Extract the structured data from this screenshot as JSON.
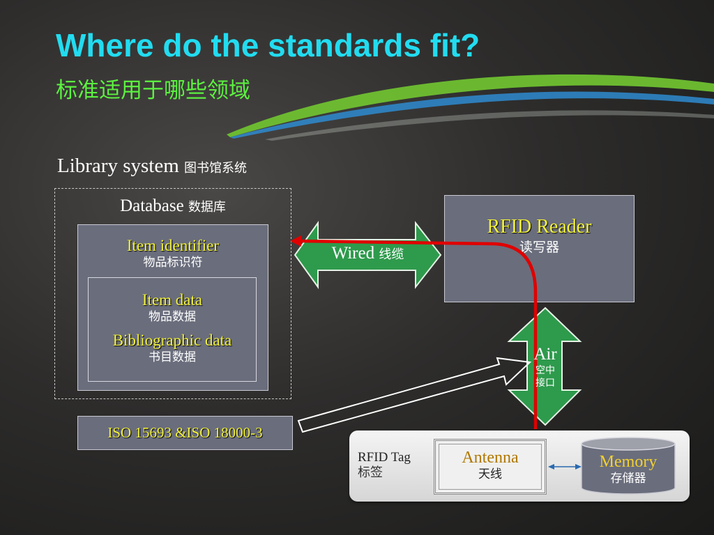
{
  "title": {
    "en": "Where do the standards fit?",
    "zh": "标准适用于哪些领域"
  },
  "library": {
    "label": "Library system",
    "label_zh": "图书馆系统"
  },
  "database": {
    "label": "Database",
    "label_zh": "数据库"
  },
  "item_identifier": {
    "label": "Item identifier",
    "label_zh": "物品标识符"
  },
  "item_data": {
    "label": "Item data",
    "label_zh": "物品数据"
  },
  "bibliographic_data": {
    "label": "Bibliographic data",
    "label_zh": "书目数据"
  },
  "wired": {
    "label": "Wired",
    "label_zh": "线缆"
  },
  "reader": {
    "label": "RFID Reader",
    "label_zh": "读写器"
  },
  "air": {
    "label": "Air",
    "label_zh_1": "空中",
    "label_zh_2": "接口"
  },
  "iso": {
    "label": "ISO 15693 &ISO 18000-3"
  },
  "tag": {
    "label": "RFID Tag",
    "label_zh": "标签"
  },
  "antenna": {
    "label": "Antenna",
    "label_zh": "天线"
  },
  "memory": {
    "label": "Memory",
    "label_zh": "存储器"
  },
  "colors": {
    "title": "#22dcf0",
    "subtitle": "#5cf040",
    "label_yellow": "#f2f238",
    "arrow_green": "#2e9a4c",
    "path_red": "#e00000",
    "box_gray": "#6a6d7c"
  }
}
